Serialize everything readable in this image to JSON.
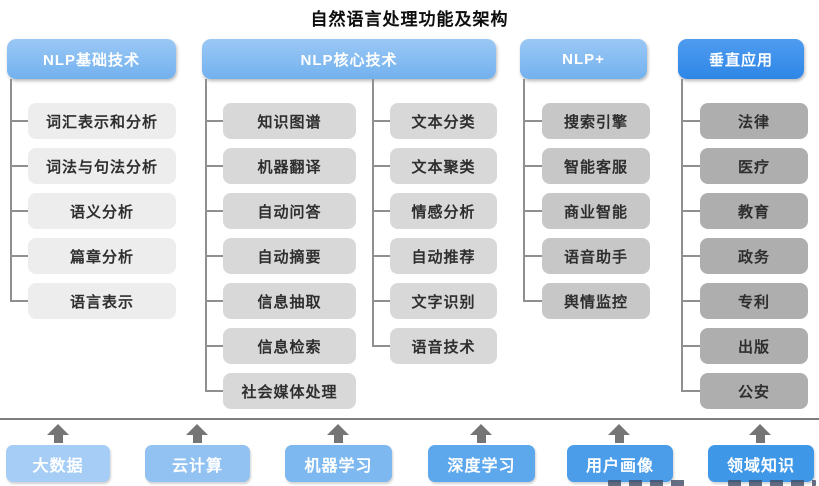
{
  "title": "自然语言处理功能及架构",
  "columns": [
    {
      "header": "NLP基础技术",
      "items": [
        "词汇表示和分析",
        "词法与句法分析",
        "语义分析",
        "篇章分析",
        "语言表示"
      ]
    },
    {
      "header": "NLP核心技术",
      "items_left": [
        "知识图谱",
        "机器翻译",
        "自动问答",
        "自动摘要",
        "信息抽取",
        "信息检索",
        "社会媒体处理"
      ],
      "items_right": [
        "文本分类",
        "文本聚类",
        "情感分析",
        "自动推荐",
        "文字识别",
        "语音技术"
      ]
    },
    {
      "header": "NLP+",
      "items": [
        "搜索引擎",
        "智能客服",
        "商业智能",
        "语音助手",
        "舆情监控"
      ]
    },
    {
      "header": "垂直应用",
      "items": [
        "法律",
        "医疗",
        "教育",
        "政务",
        "专利",
        "出版",
        "公安"
      ]
    }
  ],
  "foundation": [
    "大数据",
    "云计算",
    "机器学习",
    "深度学习",
    "用户画像",
    "领域知识"
  ],
  "colors": {
    "header_blue": "#7db9f0",
    "header_blue_dark": "#3a8de8",
    "item_gray_light": "#ededed",
    "item_gray_mid": "#d8d8d8",
    "item_gray_dark1": "#c7c7c7",
    "item_gray_dark2": "#aeaeae",
    "foundation_blues": [
      "#a5cdf5",
      "#92c2f2",
      "#7db8f0",
      "#5da7ec",
      "#4c9de9",
      "#3f97e8"
    ],
    "connector": "#8f8f8f",
    "arrow": "#757575"
  }
}
